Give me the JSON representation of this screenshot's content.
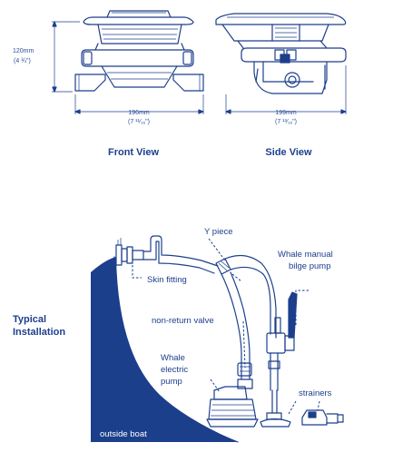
{
  "views": {
    "front_title": "Front View",
    "side_title": "Side View"
  },
  "dimensions": {
    "height_mm": "120mm",
    "height_in": "(4 ¾\")",
    "front_width_mm": "196mm",
    "front_width_in": "(7 ¹¹⁄₁₆\")",
    "side_width_mm": "199mm",
    "side_width_in": "(7 ¹³⁄₁₆\")"
  },
  "installation": {
    "title_line1": "Typical",
    "title_line2": "Installation",
    "y_piece": "Y piece",
    "manual_pump_line1": "Whale manual",
    "manual_pump_line2": "bilge pump",
    "skin_fitting": "Skin fitting",
    "non_return_valve": "non-return valve",
    "electric_pump_line1": "Whale",
    "electric_pump_line2": "electric",
    "electric_pump_line3": "pump",
    "strainers": "strainers",
    "outside_boat": "outside boat"
  },
  "colors": {
    "ink": "#1c3f8c",
    "hull": "#1c3f8c",
    "background": "#ffffff"
  }
}
